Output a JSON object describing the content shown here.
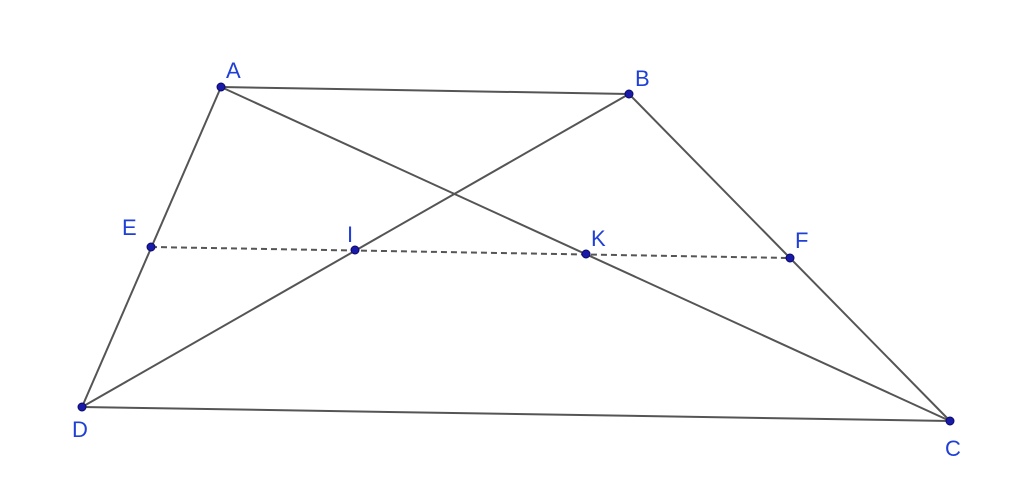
{
  "diagram": {
    "points": {
      "A": {
        "label": "A"
      },
      "B": {
        "label": "B"
      },
      "C": {
        "label": "C"
      },
      "D": {
        "label": "D"
      },
      "E": {
        "label": "E"
      },
      "F": {
        "label": "F"
      },
      "I": {
        "label": "I"
      },
      "K": {
        "label": "K"
      }
    },
    "colors": {
      "line": "#555555",
      "point": "#1a1aa8",
      "label": "#1f3fd6"
    }
  }
}
